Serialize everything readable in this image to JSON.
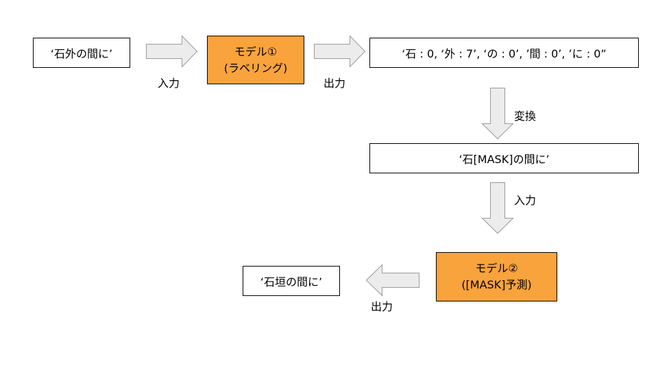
{
  "nodes": {
    "input_text": "‘石外の間に’",
    "model1_title": "モデル①",
    "model1_sub": "(ラベリング)",
    "labels_output": "‘石 : 0, ‘外 : 7’, ‘の : 0’, ’間 : 0’, ’に : 0”",
    "masked_text": "‘石[MASK]の間に’",
    "model2_title": "モデル②",
    "model2_sub": "([MASK]予測)",
    "final_output": "‘石垣の間に’"
  },
  "edges": {
    "input": "入力",
    "output1": "出力",
    "convert": "変換",
    "input2": "入力",
    "output2": "出力"
  },
  "colors": {
    "model_fill": "#f9a33c",
    "arrow_fill": "#ececec",
    "arrow_stroke": "#9a9a9a"
  }
}
